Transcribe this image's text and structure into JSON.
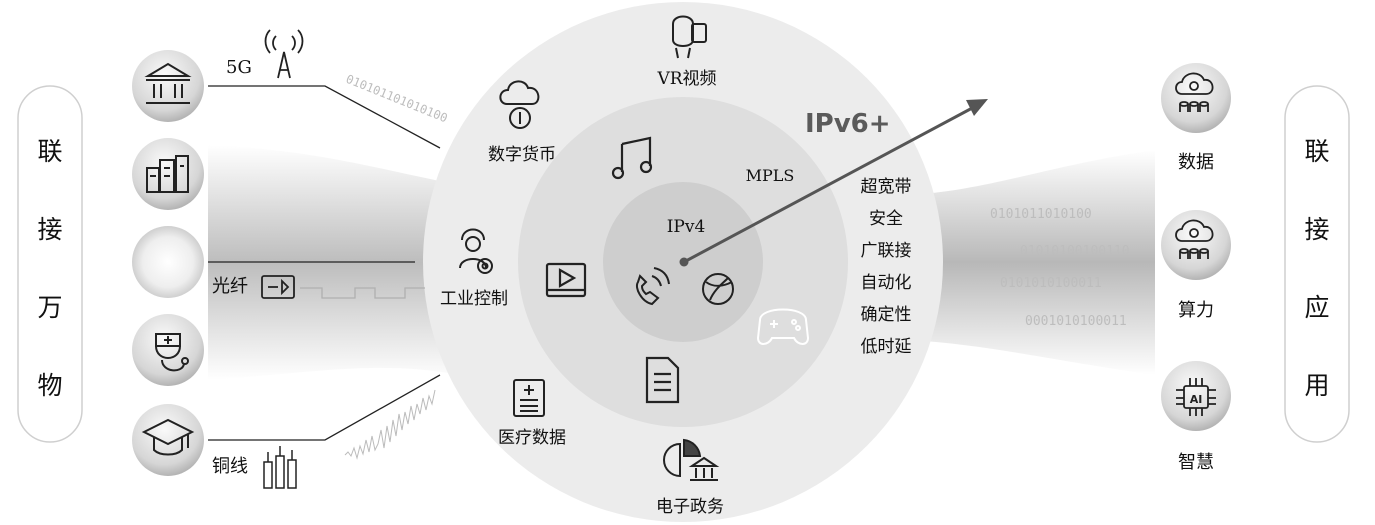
{
  "left_panel": {
    "chars": [
      "联",
      "接",
      "万",
      "物"
    ]
  },
  "right_panel": {
    "chars": [
      "联",
      "接",
      "应",
      "用"
    ]
  },
  "access": {
    "fiveg": "5G",
    "fiber": "光纤",
    "copper": "铜线"
  },
  "outer_ring": {
    "vr": "VR视频",
    "currency": "数字货币",
    "industrial": "工业控制",
    "medical": "医疗数据",
    "egov": "电子政务"
  },
  "middle_ring": {
    "mpls": "MPLS"
  },
  "core": {
    "ipv4": "IPv4"
  },
  "arrow_label": "IPv6+",
  "features": [
    "超宽带",
    "安全",
    "广联接",
    "自动化",
    "确定性",
    "低时延"
  ],
  "apps": [
    {
      "label": "数据",
      "icon": "cloud-database-icon"
    },
    {
      "label": "算力",
      "icon": "cloud-compute-icon"
    },
    {
      "label": "智慧",
      "icon": "ai-chip-icon"
    }
  ],
  "binary": {
    "left": "010101101010100",
    "right": [
      "0101011010100",
      "01010100100110",
      "0101010100011",
      "0001010100011"
    ]
  },
  "colors": {
    "outer_ring": "#ececec",
    "middle_ring": "#dedede",
    "core": "#cecece",
    "arrow": "#555555",
    "arrow_label": "#5a5a5a",
    "badge": "#d9d9d9"
  }
}
